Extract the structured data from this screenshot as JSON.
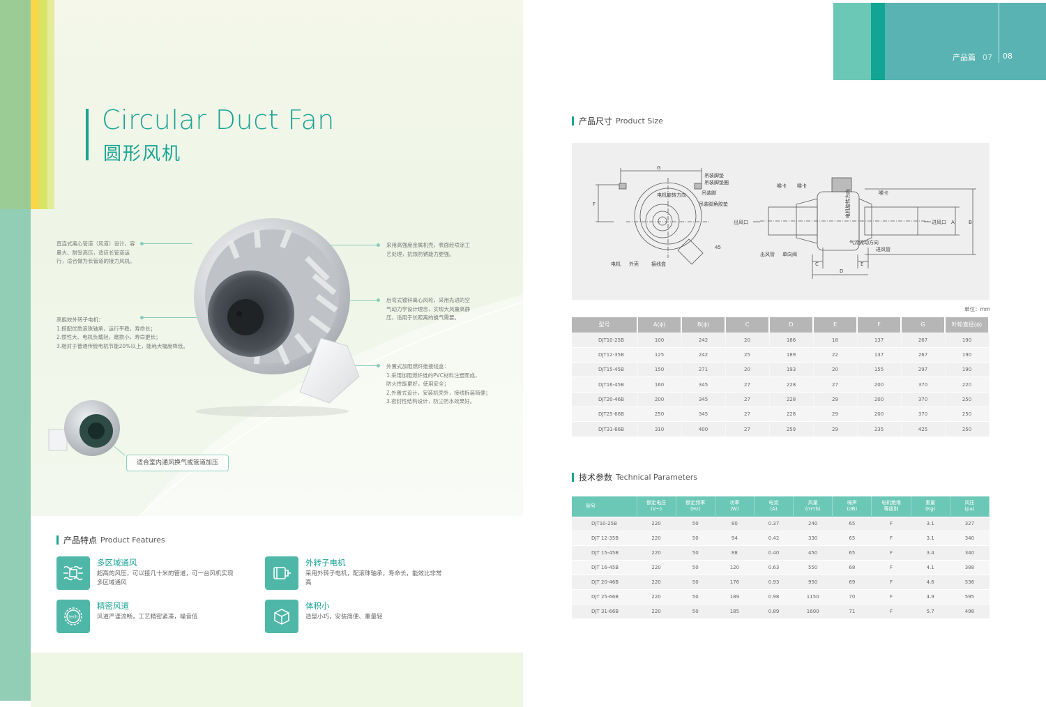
{
  "title": {
    "en": "Circular Duct Fan",
    "cn": "圆形风机"
  },
  "annotations": {
    "left_top": [
      "直连式离心管道（风道）设计，容",
      "量大、耐受高压，适应长管道运",
      "行，适合做为长管道的接力风机。"
    ],
    "left_mid": [
      "高能效外转子电机：",
      "1.搭配优质滚珠轴承，运行平稳，寿命长；",
      "2.惯性大、电机负载轻，磨损小，寿命更长；",
      "3.相对于普通传统电机节能20%以上，能耗大幅度降低。"
    ],
    "right_top": [
      "采用高强度金属机壳，表面经喷涂工",
      "艺处理，抗蚀防锈能力更强。"
    ],
    "right_mid": [
      "后弯式镀锌离心风轮，采用先进的空",
      "气动力学设计理念，实现大风量高静",
      "压，适用于长距离的换气需要。"
    ],
    "right_bot": [
      "外置式加阻燃纤维接线盒：",
      "1.采用加阻燃纤维的PVC材料注塑而成，",
      "防火性能更好，使用安全；",
      "2.外置式设计，安装机壳外，接线拆装简便；",
      "3.密封性结构设计，防尘防水效果好。"
    ]
  },
  "application_label": "适合室内通风换气或管道加压",
  "features_section": {
    "cn": "产品特点",
    "en": "Product Features",
    "items": [
      {
        "title": "多区域通风",
        "desc": "超高的风压，可以接几十米的管道，可一台风机实现多区域通风",
        "icon": "multi-zone-airflow-icon"
      },
      {
        "title": "外转子电机",
        "desc": "采用外转子电机，配滚珠轴承，寿命长，能效比非常高",
        "icon": "motor-icon"
      },
      {
        "title": "精密风道",
        "desc": "风道严谨流畅，工艺精密紧凑，噪音低",
        "icon": "tech-gear-icon",
        "icon_text": "tech"
      },
      {
        "title": "体积小",
        "desc": "造型小巧，安装简便、重量轻",
        "icon": "cube-icon"
      }
    ]
  },
  "page_tab": {
    "label": "产品篇",
    "left_num": "07",
    "right_num": "08"
  },
  "size_section": {
    "cn": "产品尺寸",
    "en": "Product Size"
  },
  "drawing_labels": {
    "G": "G",
    "F": "F",
    "A": "A",
    "B": "B",
    "C": "C",
    "D": "D",
    "E": "E",
    "angle": "45",
    "hang_pad": "吊装脚垫",
    "hang_pad_ring": "吊装脚垫圈",
    "rotation": "电机旋转方向",
    "hang_foot": "吊装脚",
    "hang_glue": "吊装脚角胶垫",
    "motor": "电机",
    "shell": "外壳",
    "junction": "接线盒",
    "clamp1": "喉卡",
    "clamp2": "喉卡",
    "clamp3": "喉卡",
    "air_out": "出风口",
    "air_in": "进风口",
    "out_duct": "出风管",
    "check_valve": "单向阀",
    "in_duct": "进风管",
    "airflow_dir": "气流流动方向",
    "motor_rot_v": "电机旋转方向"
  },
  "unit": "单位：mm",
  "size_table": {
    "headers": [
      "型号",
      "A(ϕ)",
      "B(ϕ)",
      "C",
      "D",
      "E",
      "F",
      "G",
      "叶轮直径(ϕ)"
    ],
    "rows": [
      [
        "DJT10-25B",
        "100",
        "242",
        "20",
        "186",
        "18",
        "137",
        "267",
        "190"
      ],
      [
        "DJT12-35B",
        "125",
        "242",
        "25",
        "189",
        "22",
        "137",
        "267",
        "190"
      ],
      [
        "DJT15-45B",
        "150",
        "271",
        "20",
        "193",
        "20",
        "155",
        "297",
        "190"
      ],
      [
        "DJT16-45B",
        "160",
        "345",
        "27",
        "228",
        "27",
        "200",
        "370",
        "220"
      ],
      [
        "DJT20-46B",
        "200",
        "345",
        "27",
        "228",
        "29",
        "200",
        "370",
        "250"
      ],
      [
        "DJT25-66B",
        "250",
        "345",
        "27",
        "228",
        "29",
        "200",
        "370",
        "250"
      ],
      [
        "DJT31-66B",
        "310",
        "400",
        "27",
        "259",
        "29",
        "235",
        "425",
        "250"
      ]
    ]
  },
  "tech_section": {
    "cn": "技术参数",
    "en": "Technical Parameters"
  },
  "tech_table": {
    "headers": [
      [
        "型号",
        ""
      ],
      [
        "额定电压",
        "(V~)"
      ],
      [
        "额定频率",
        "(Hz)"
      ],
      [
        "功率",
        "(W)"
      ],
      [
        "电流",
        "(A)"
      ],
      [
        "风量",
        "(m³/h)"
      ],
      [
        "噪声",
        "(dB)"
      ],
      [
        "电机绝缘",
        "等级别"
      ],
      [
        "重量",
        "(Kg)"
      ],
      [
        "风压",
        "(pa)"
      ]
    ],
    "rows": [
      [
        "DJT10-25B",
        "220",
        "50",
        "80",
        "0.37",
        "240",
        "65",
        "F",
        "3.1",
        "327"
      ],
      [
        "DJT 12-35B",
        "220",
        "50",
        "94",
        "0.42",
        "330",
        "65",
        "F",
        "3.1",
        "340"
      ],
      [
        "DJT 15-45B",
        "220",
        "50",
        "88",
        "0.40",
        "450",
        "65",
        "F",
        "3.4",
        "340"
      ],
      [
        "DJT 16-45B",
        "220",
        "50",
        "120",
        "0.63",
        "550",
        "68",
        "F",
        "4.1",
        "388"
      ],
      [
        "DJT 20-46B",
        "220",
        "50",
        "176",
        "0.93",
        "950",
        "69",
        "F",
        "4.6",
        "536"
      ],
      [
        "DJT 25-66B",
        "220",
        "50",
        "189",
        "0.98",
        "1150",
        "70",
        "F",
        "4.9",
        "595"
      ],
      [
        "DJT 31-66B",
        "220",
        "50",
        "185",
        "0.89",
        "1600",
        "71",
        "F",
        "5.7",
        "498"
      ]
    ]
  },
  "colors": {
    "teal": "#1aa394",
    "mint": "#6cc8b6",
    "green": "#9ccc95",
    "yellow": "#f8d84a"
  }
}
